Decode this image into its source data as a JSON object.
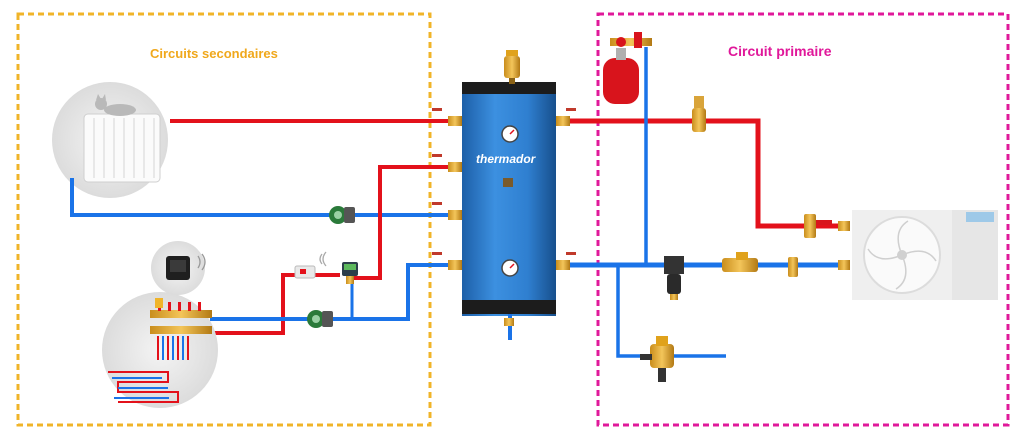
{
  "zones": {
    "secondary": {
      "label": "Circuits secondaires",
      "border_color": "#f0b429"
    },
    "primary": {
      "label": "Circuit primaire",
      "border_color": "#e0189a"
    }
  },
  "tank": {
    "brand": "thermador"
  },
  "colors": {
    "hot_pipe": "#e3111b",
    "cold_pipe": "#1a73e8",
    "tank_body": "#2f7fd0",
    "tank_cap": "#1c1c1c"
  },
  "components": [
    "radiator",
    "cat",
    "thermostat",
    "underfloor-manifold",
    "underfloor-loop",
    "buffer-tank",
    "thermometer",
    "circulator-pump",
    "mixing-valve",
    "expansion-vessel",
    "air-vent",
    "magnetic-filter",
    "flow-meter",
    "filling-unit",
    "heat-pump"
  ]
}
